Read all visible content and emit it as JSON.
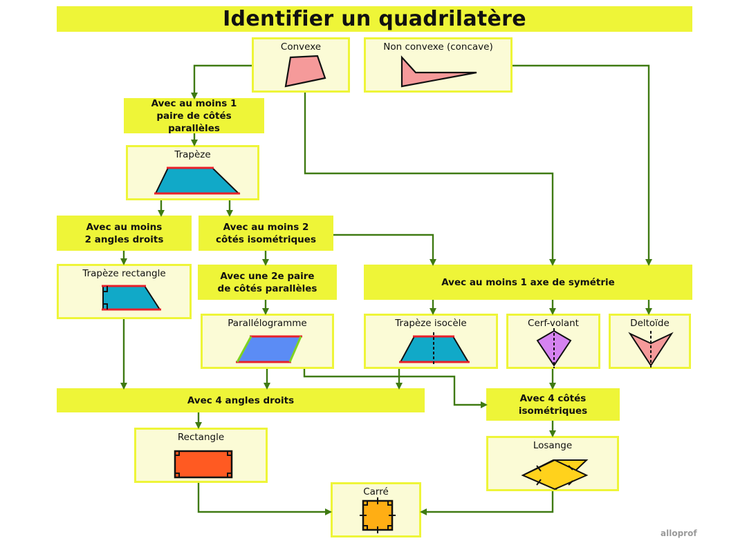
{
  "title": "Identifier un quadrilatère",
  "conditions": {
    "parallel_pair": "Avec au moins 1 paire de côtés parallèles",
    "two_right_angles": "Avec au moins 2 angles droits",
    "two_iso_sides": "Avec au moins 2 côtés isométriques",
    "second_parallel_pair": "Avec une 2e paire de côtés parallèles",
    "symmetry_axis": "Avec au moins 1 axe de symétrie",
    "four_right_angles": "Avec 4 angles droits",
    "four_iso_sides": "Avec 4 côtés isométriques"
  },
  "shapes": {
    "convexe": "Convexe",
    "non_convexe": "Non convexe (concave)",
    "trapeze": "Trapèze",
    "trapeze_rectangle": "Trapèze rectangle",
    "parallelogramme": "Parallélogramme",
    "trapeze_isocele": "Trapèze isocèle",
    "cerf_volant": "Cerf-volant",
    "deltoide": "Deltoïde",
    "rectangle": "Rectangle",
    "losange": "Losange",
    "carre": "Carré"
  },
  "brand": "alloprof",
  "colors": {
    "condition_fill": "#eef538",
    "shape_fill": "#fbfbd6",
    "arrow": "#3f7a12",
    "parallel_mark": "#e8202a",
    "pink": "#f59a9a",
    "teal": "#11a9c8",
    "blue": "#5b8cf5",
    "purple": "#d583f0",
    "orange": "#ff5a22",
    "gold": "#ffd21c",
    "amber": "#ffae14"
  }
}
